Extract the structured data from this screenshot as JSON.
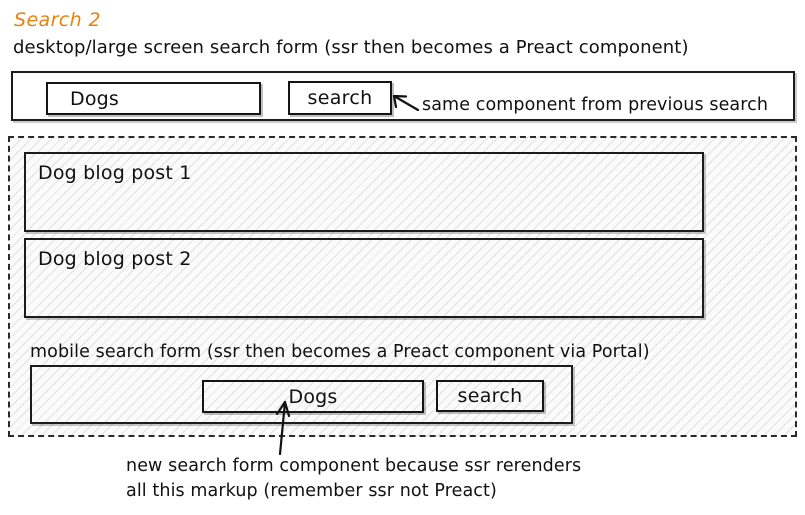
{
  "page": {
    "title": "Search 2",
    "title_color": "#e8820c",
    "subtitle": "desktop/large screen search form (ssr then becomes a Preact component)"
  },
  "desktop_form": {
    "name": "desktop-search-form",
    "input": {
      "value": "Dogs",
      "placeholder": "Dogs"
    },
    "button": {
      "label": "search"
    },
    "annotation": "same component from previous search",
    "arrow_icon": "arrow-left-icon"
  },
  "results": {
    "posts": [
      {
        "label": "Dog blog post 1"
      },
      {
        "label": "Dog blog post 2"
      }
    ]
  },
  "mobile_form": {
    "caption": "mobile search form (ssr then becomes a Preact component via Portal)",
    "input": {
      "value": "Dogs",
      "placeholder": "Dogs"
    },
    "button": {
      "label": "search"
    },
    "arrow_icon": "arrow-up-icon"
  },
  "footer_note": {
    "line1": "new search form component because ssr rerenders",
    "line2": "all this markup (remember ssr not Preact)"
  }
}
